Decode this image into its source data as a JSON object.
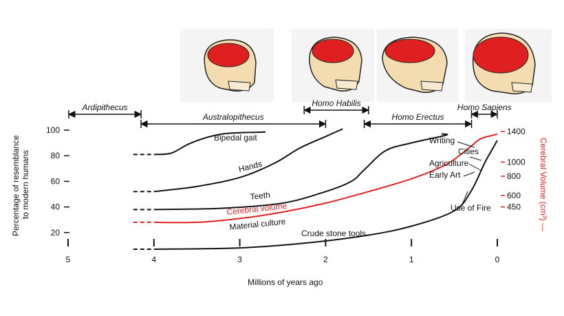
{
  "chart_data": {
    "type": "line",
    "xlabel": "Millions of years ago",
    "ylabel": "Percentage of resemblance to modern humans",
    "y2label": "Cerebral Volume (cm³) —",
    "xlim": [
      5,
      0
    ],
    "ylim": [
      0,
      100
    ],
    "x_ticks": [
      "5",
      "4",
      "3",
      "2",
      "1",
      "0"
    ],
    "y_ticks": [
      "100",
      "80",
      "60",
      "40",
      "20"
    ],
    "y2_ticks": [
      "1400",
      "1000",
      "800",
      "600",
      "450"
    ],
    "colors": {
      "trait": "#111111",
      "volume": "#e02020"
    },
    "series": [
      {
        "name": "Bipedal gait",
        "color": "#111111",
        "points": [
          [
            4.0,
            81
          ],
          [
            3.8,
            82
          ],
          [
            3.6,
            89
          ],
          [
            3.4,
            94
          ],
          [
            3.2,
            97
          ],
          [
            3.0,
            98
          ],
          [
            2.7,
            98.5
          ]
        ]
      },
      {
        "name": "Hands",
        "color": "#111111",
        "points": [
          [
            4.0,
            52
          ],
          [
            3.5,
            56
          ],
          [
            3.0,
            63
          ],
          [
            2.6,
            74
          ],
          [
            2.3,
            86
          ],
          [
            2.0,
            95
          ],
          [
            1.8,
            101
          ]
        ]
      },
      {
        "name": "Teeth",
        "color": "#111111",
        "points": [
          [
            4.0,
            38
          ],
          [
            3.2,
            39
          ],
          [
            2.5,
            43
          ],
          [
            2.0,
            52
          ],
          [
            1.7,
            60
          ],
          [
            1.55,
            69
          ],
          [
            1.3,
            84
          ],
          [
            1.0,
            90
          ],
          [
            0.6,
            96
          ],
          [
            0.65,
            97
          ]
        ]
      },
      {
        "name": "Cerebral volume",
        "color": "#e02020",
        "points": [
          [
            4.0,
            28
          ],
          [
            3.5,
            28
          ],
          [
            3.0,
            31
          ],
          [
            2.5,
            36
          ],
          [
            2.0,
            43
          ],
          [
            1.5,
            52
          ],
          [
            1.0,
            62
          ],
          [
            0.6,
            73
          ],
          [
            0.35,
            85
          ],
          [
            0.2,
            93
          ],
          [
            0.05,
            96
          ],
          [
            0,
            97
          ]
        ]
      },
      {
        "name": "Material culture",
        "color": "#111111",
        "points": [
          [
            4.0,
            7
          ],
          [
            3.0,
            8
          ],
          [
            2.2,
            12
          ],
          [
            1.5,
            18
          ],
          [
            1.0,
            25
          ],
          [
            0.5,
            37
          ],
          [
            0.3,
            53
          ],
          [
            0.15,
            74
          ],
          [
            0.05,
            86
          ],
          [
            0,
            92
          ]
        ]
      }
    ],
    "annotations": [
      "Writing",
      "Cities",
      "Agriculture",
      "Early Art",
      "Use of Fire",
      "Crude stone tools"
    ],
    "periods": [
      {
        "name": "Ardipithecus",
        "from": 5.0,
        "to": 4.15
      },
      {
        "name": "Australopithecus",
        "from": 4.15,
        "to": 2.0
      },
      {
        "name": "Homo Habilis",
        "from": 2.25,
        "to": 1.5
      },
      {
        "name": "Homo Erectus",
        "from": 1.55,
        "to": 0.3
      },
      {
        "name": "Homo Sapiens",
        "from": 0.3,
        "to": 0.0
      }
    ],
    "legend": "none",
    "grid": false
  }
}
